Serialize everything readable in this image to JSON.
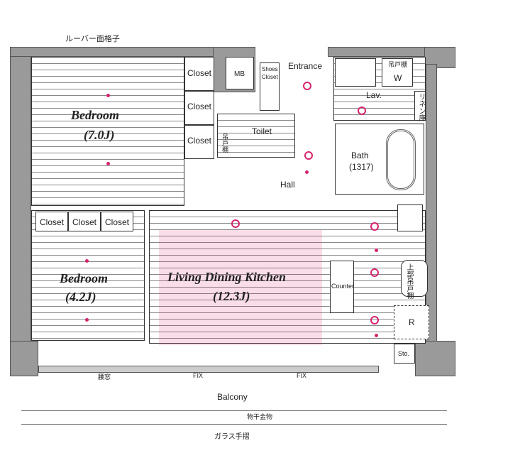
{
  "louver_label": "ルーバー面格子",
  "rooms": {
    "bedroom1": {
      "name": "Bedroom",
      "size": "(7.0J)"
    },
    "bedroom2": {
      "name": "Bedroom",
      "size": "(4.2J)"
    },
    "ldk": {
      "name": "Living Dining Kitchen",
      "size": "(12.3J)"
    },
    "bath": {
      "name": "Bath",
      "size": "(1317)"
    },
    "hall": "Hall",
    "entrance": "Entrance",
    "toilet": "Toilet",
    "lav": "Lav.",
    "mb": "MB",
    "shoes_closet": [
      "Shoes",
      "Closet"
    ],
    "w": "W",
    "linen": "リネン庫",
    "sto": "Sto.",
    "balcony": "Balcony",
    "counter": "Counter",
    "upper_cabinet": "上部吊戸棚",
    "hanging_cabinet": "吊戸棚",
    "r": "R"
  },
  "closets": [
    "Closet",
    "Closet",
    "Closet",
    "Closet",
    "Closet",
    "Closet"
  ],
  "window_labels": {
    "koshimado": "腰窓",
    "fix1": "FIX",
    "fix2": "FIX",
    "drying": "物干金物",
    "glass_rail": "ガラス手摺"
  },
  "accent_color": "#d6246e"
}
